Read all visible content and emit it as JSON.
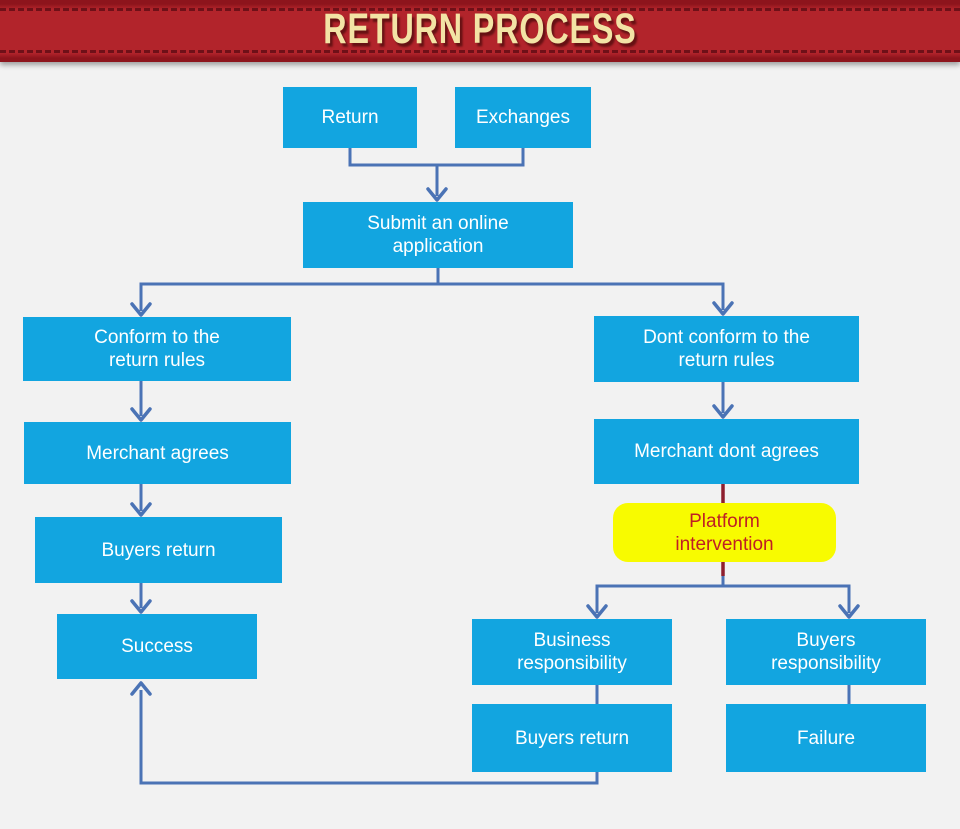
{
  "banner": {
    "title": "RETURN PROCESS"
  },
  "colors": {
    "page_bg": "#f2f2f2",
    "banner_bg": "#b2242b",
    "banner_edge": "#8d141c",
    "banner_stitch": "#6e1018",
    "banner_text": "#f3e3a5",
    "box_fill": "#12a5e0",
    "box_text": "#ffffff",
    "line_blue": "#4b73b5",
    "line_red": "#8e1f2e",
    "highlight_fill": "#f8fb00",
    "highlight_text": "#bf1f24"
  },
  "nodes": {
    "return": {
      "label": "Return"
    },
    "exchanges": {
      "label": "Exchanges"
    },
    "submit": {
      "label": "Submit an online\napplication"
    },
    "conform": {
      "label": "Conform to the\nreturn rules"
    },
    "dont_conform": {
      "label": "Dont conform to the\nreturn rules"
    },
    "merchant_agrees": {
      "label": "Merchant agrees"
    },
    "merchant_dont_agrees": {
      "label": "Merchant dont agrees"
    },
    "buyers_return_left": {
      "label": "Buyers return"
    },
    "platform_intervention": {
      "label": "Platform\nintervention"
    },
    "success": {
      "label": "Success"
    },
    "business_responsibility": {
      "label": "Business\nresponsibility"
    },
    "buyers_responsibility": {
      "label": "Buyers\nresponsibility"
    },
    "buyers_return_right": {
      "label": "Buyers return"
    },
    "failure": {
      "label": "Failure"
    }
  }
}
